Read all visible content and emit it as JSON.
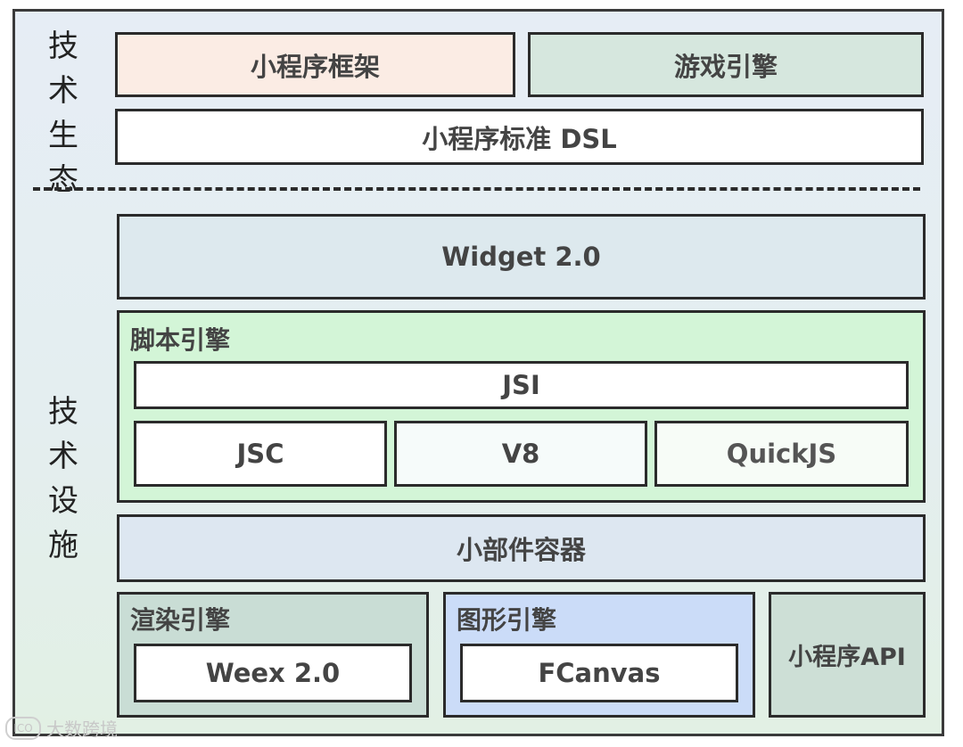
{
  "side_labels": {
    "top": [
      "技",
      "术",
      "生",
      "态"
    ],
    "bottom": [
      "技",
      "术",
      "设",
      "施"
    ]
  },
  "ecosystem": {
    "mini_program_framework": "小程序框架",
    "game_engine": "游戏引擎",
    "standard_dsl": "小程序标准 DSL"
  },
  "infrastructure": {
    "widget": "Widget 2.0",
    "script_engine": {
      "title": "脚本引擎",
      "jsi": "JSI",
      "engines": [
        "JSC",
        "V8",
        "QuickJS"
      ]
    },
    "widget_container": "小部件容器",
    "render_engine": {
      "title": "渲染引擎",
      "item": "Weex 2.0"
    },
    "graphics_engine": {
      "title": "图形引擎",
      "item": "FCanvas"
    },
    "api": "小程序API"
  },
  "watermark": {
    "icon_name": "watermark-logo-icon",
    "icon_text": "ICO",
    "text": "大数跨境"
  },
  "colors": {
    "framework_bg": "#fbece4",
    "game_engine_bg": "#d6e7de",
    "widget_bg": "#dde9ee",
    "script_engine_bg": "#d3f5d7",
    "container_bg": "#dde7f1",
    "render_engine_bg": "#c9ddd5",
    "graphics_engine_bg": "#cbdcf8",
    "api_bg": "#cddfd6"
  }
}
